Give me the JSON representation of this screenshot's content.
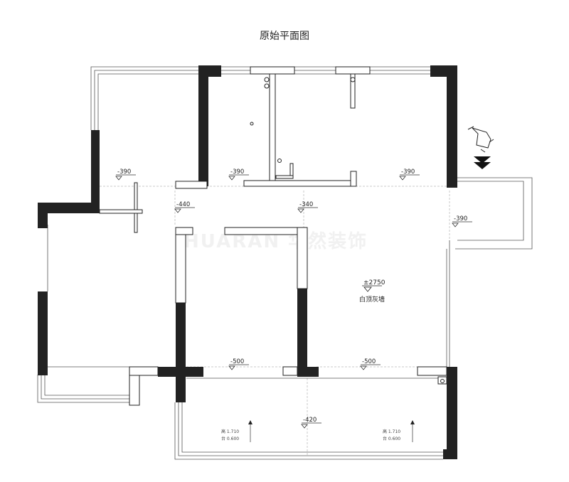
{
  "title": "原始平面图",
  "watermark": "HUARAN 华然装饰",
  "elevation_marks": [
    "-390",
    "-390",
    "-390",
    "-390",
    "-440",
    "-340",
    "-500",
    "-500",
    "-420"
  ],
  "ceiling": {
    "height": "±2750",
    "note": "白顶灰墙"
  },
  "window_tags": [
    {
      "line1": "高 1.710",
      "line2": "台 0.600"
    },
    {
      "line1": "高 1.710",
      "line2": "台 0.600"
    }
  ],
  "colors": {
    "wall": "#222222",
    "line": "#555555",
    "dash": "#bbbbbb"
  }
}
